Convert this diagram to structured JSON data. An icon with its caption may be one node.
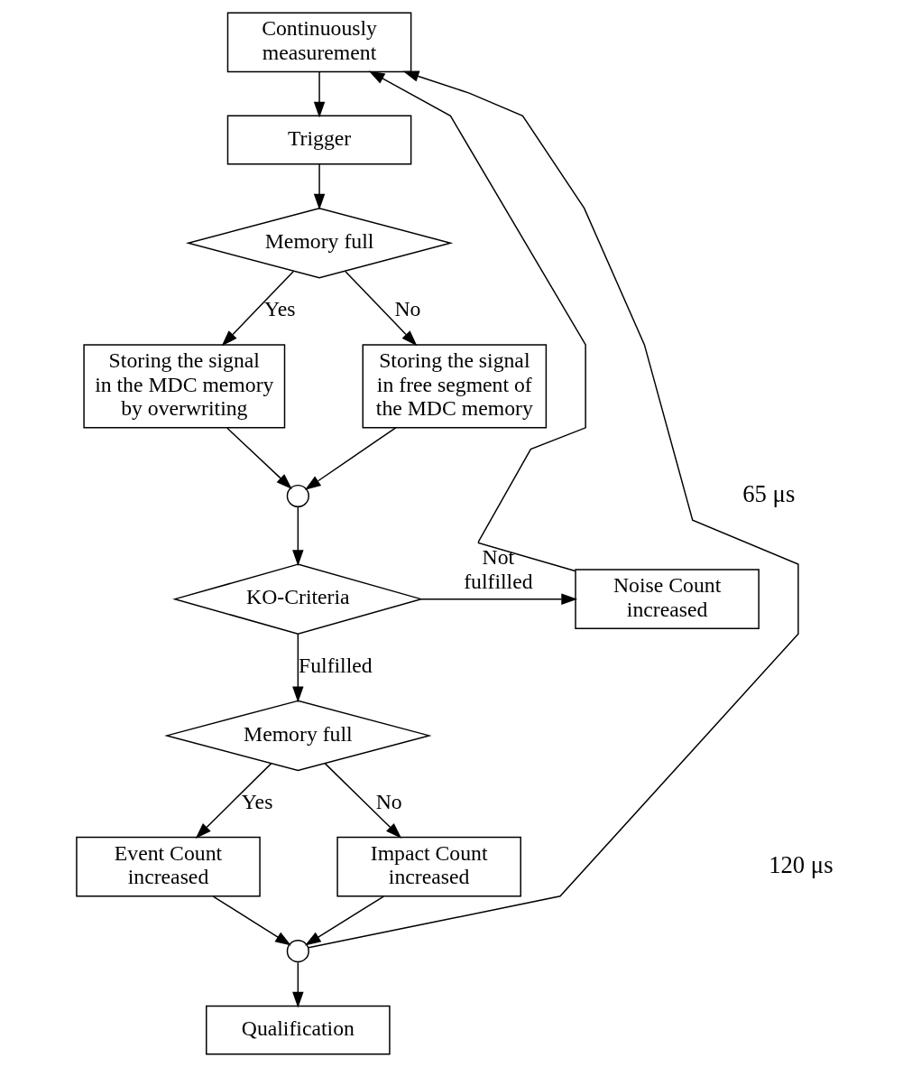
{
  "diagram": {
    "nodes": [
      {
        "text": [
          "Continuously measurement"
        ]
      },
      {
        "text": [
          "Trigger"
        ]
      },
      {
        "text": [
          "Memory full"
        ]
      },
      {
        "text": [
          "Storing the signal in the MDC memory by overwriting"
        ]
      },
      {
        "text": [
          "Storing the signal in free segment of the MDC memory"
        ]
      },
      {
        "text": [],
        "shape": "circle"
      },
      {
        "text": [
          "KO-Criteria"
        ]
      },
      {
        "text": [
          "Noise Count increased"
        ]
      },
      {
        "text": [
          "Memory full"
        ]
      },
      {
        "text": [
          "Event Count increased"
        ]
      },
      {
        "text": [
          "Impact Count increased"
        ]
      },
      {
        "text": [],
        "shape": "circle"
      },
      {
        "text": [
          "Qualification"
        ]
      }
    ],
    "edges": [
      {
        "from": 0,
        "to": 1,
        "arrow": "to"
      },
      {
        "from": 1,
        "to": 2,
        "arrow": "to"
      },
      {
        "from": 2,
        "to": 3,
        "arrow": "to",
        "label": "Yes"
      },
      {
        "from": 2,
        "to": 4,
        "arrow": "to",
        "label": "No"
      },
      {
        "from": 3,
        "to": 5,
        "arrow": "to"
      },
      {
        "from": 4,
        "to": 5,
        "arrow": "to"
      },
      {
        "from": 5,
        "to": 6,
        "arrow": "to"
      },
      {
        "from": 6,
        "to": 7,
        "arrow": "to",
        "label": "Not fulfilled"
      },
      {
        "from": 7,
        "to": 0,
        "arrow": "to"
      },
      {
        "from": 6,
        "to": 8,
        "arrow": "to",
        "label": "Fulfilled"
      },
      {
        "from": 8,
        "to": 9,
        "arrow": "to",
        "label": "Yes"
      },
      {
        "from": 8,
        "to": 10,
        "arrow": "to",
        "label": "No"
      },
      {
        "from": 9,
        "to": 11,
        "arrow": "to"
      },
      {
        "from": 10,
        "to": 11,
        "arrow": "to"
      },
      {
        "from": 11,
        "to": 0,
        "arrow": "to"
      },
      {
        "from": 11,
        "to": 12,
        "arrow": "to"
      }
    ],
    "labels": [
      "65 μs",
      "120 μs"
    ]
  }
}
